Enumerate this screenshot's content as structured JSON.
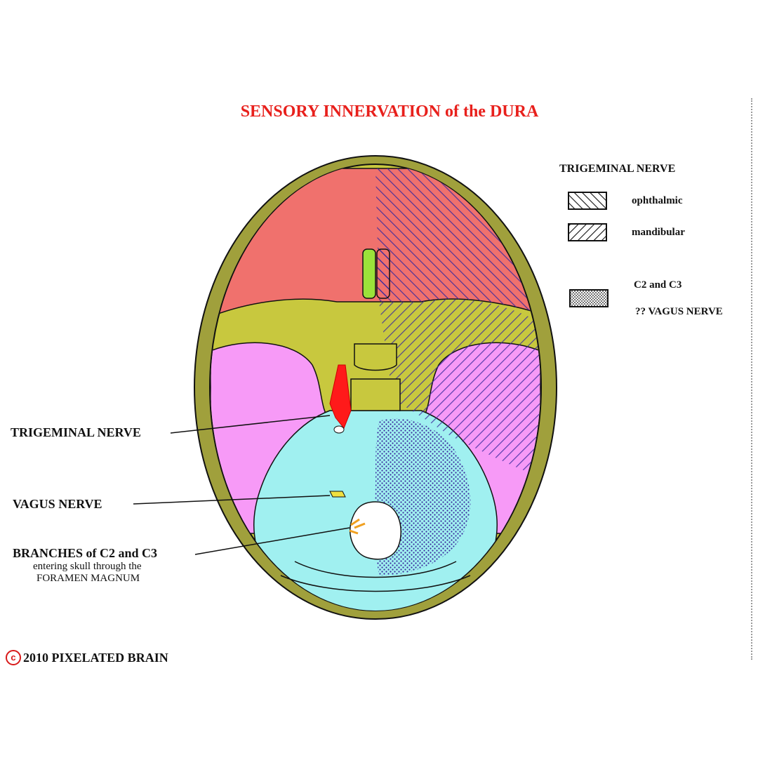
{
  "title": "SENSORY INNERVATION of the DURA",
  "legend": {
    "heading": "TRIGEMINAL NERVE",
    "items": [
      {
        "label": "ophthalmic",
        "pattern": "forward-hatch"
      },
      {
        "label": "mandibular",
        "pattern": "back-hatch"
      },
      {
        "label": "C2 and C3",
        "pattern": "stipple"
      },
      {
        "label": "?? VAGUS NERVE",
        "pattern": "stipple"
      }
    ]
  },
  "callouts": {
    "trigeminal": "TRIGEMINAL NERVE",
    "vagus": "VAGUS NERVE",
    "branches": "BRANCHES of  C2 and C3",
    "branches_sub1": "entering skull through the",
    "branches_sub2": "FORAMEN MAGNUM"
  },
  "copyright": {
    "symbol": "c",
    "text": "2010  PIXELATED BRAIN"
  },
  "colors": {
    "title": "#e8201c",
    "anterior_fossa": "#f0716d",
    "skull_rim": "#a0a03c",
    "middle_bone": "#c8c83e",
    "middle_fossa": "#f79af7",
    "posterior_fossa": "#a0f0f0",
    "hatch": "#3b2a9e",
    "nerve": "#ff1a1a",
    "crista": "#9be23a",
    "c2c3_branches": "#f0a020",
    "vagus": "#f0e040"
  }
}
